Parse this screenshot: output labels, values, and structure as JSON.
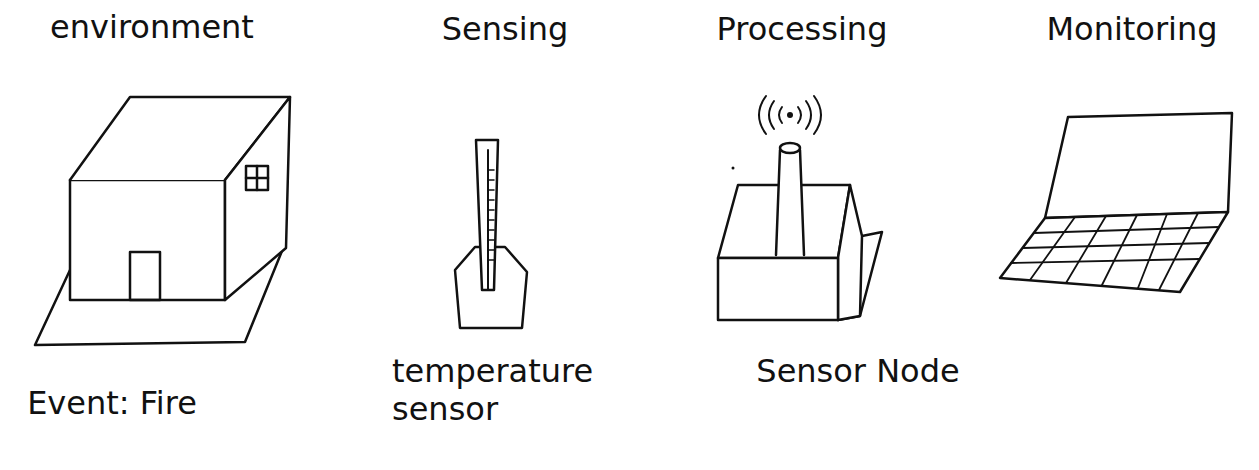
{
  "diagram": {
    "labels": [
      "environment",
      "Sensing",
      "Processing",
      "Monitoring",
      "Event: Fire",
      "temperature sensor",
      "Sensor Node"
    ]
  }
}
